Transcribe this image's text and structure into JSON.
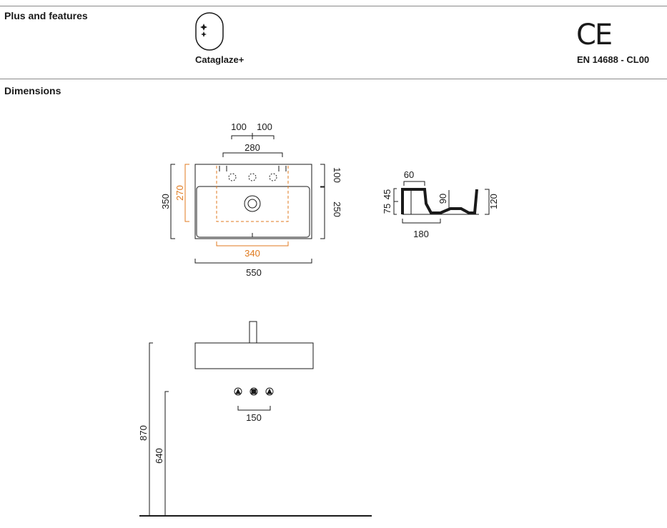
{
  "sections": {
    "plus_title": "Plus and features",
    "dimensions_title": "Dimensions"
  },
  "features": {
    "glaze_label": "Cataglaze+",
    "ce_mark": "CE",
    "standard_label": "EN 14688 - CL00"
  },
  "colors": {
    "line": "#1a1a1a",
    "accent": "#e07a1f",
    "rule": "#8a8a8a"
  },
  "plan_view": {
    "dim_tap_left": "100",
    "dim_tap_right": "100",
    "dim_tap_span": "280",
    "dim_depth_total": "350",
    "dim_depth_inner": "270",
    "dim_back": "100",
    "dim_front": "250",
    "dim_inner_width": "340",
    "dim_width": "550"
  },
  "side_view": {
    "dim_top": "60",
    "dim_45": "45",
    "dim_75": "75",
    "dim_90": "90",
    "dim_height": "120",
    "dim_bottom": "180"
  },
  "install_view": {
    "dim_outlets": "150",
    "dim_basin_height": "870",
    "dim_waste_height": "640"
  }
}
